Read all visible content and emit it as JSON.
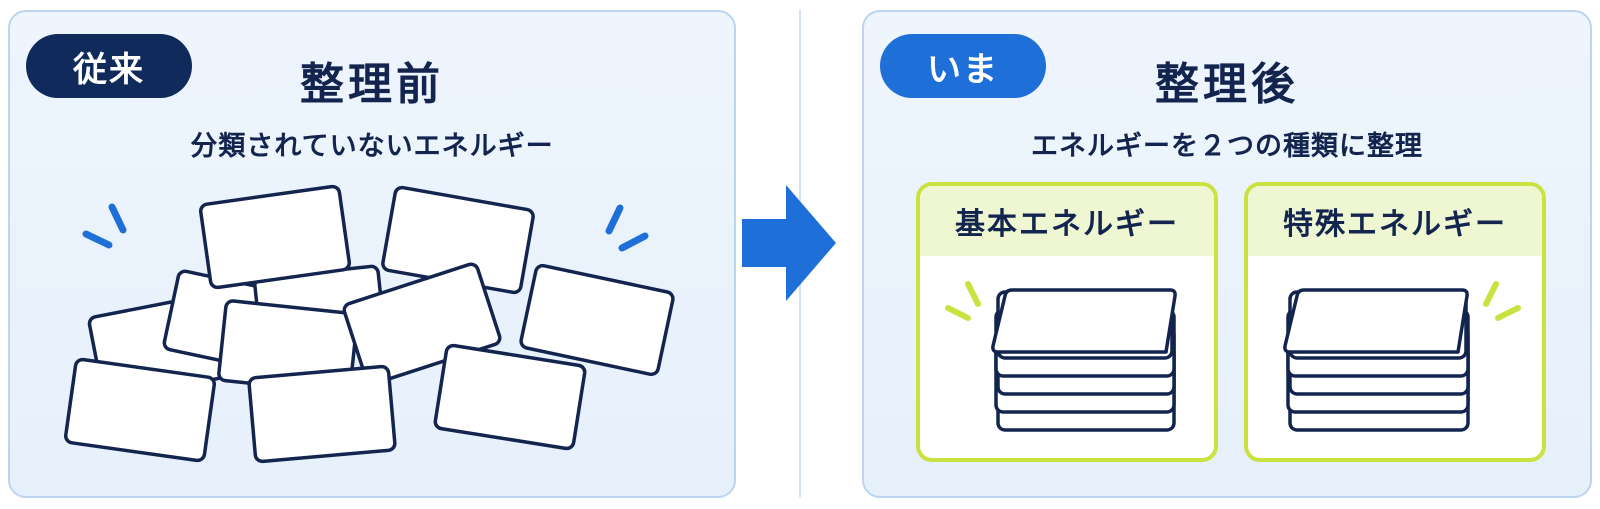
{
  "before": {
    "badge": "従来",
    "title": "整理前",
    "subtitle": "分類されていないエネルギー"
  },
  "after": {
    "badge": "いま",
    "title": "整理後",
    "subtitle": "エネルギーを２つの種類に整理",
    "categories": [
      {
        "label": "基本エネルギー"
      },
      {
        "label": "特殊エネルギー"
      }
    ]
  },
  "colors": {
    "navy": "#13254f",
    "badge_before": "#112a5c",
    "badge_after": "#1f6fd8",
    "arrow": "#1f6fd8",
    "accent_green": "#c9e23f",
    "panel_bg": "#eaf2fc"
  },
  "icons": {
    "transition": "right-arrow-icon",
    "emphasis": "spark-lines-icon",
    "card": "card-icon"
  }
}
